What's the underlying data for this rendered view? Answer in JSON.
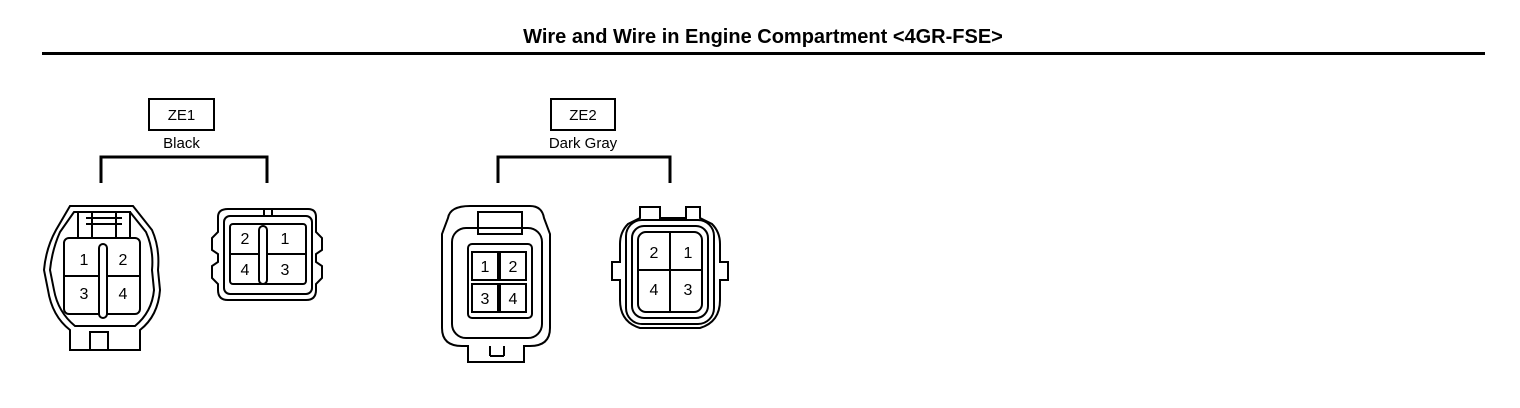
{
  "title": "Wire and Wire in Engine Compartment <4GR-FSE>",
  "connectors": [
    {
      "code": "ZE1",
      "color": "Black",
      "female": {
        "pins": [
          "1",
          "2",
          "3",
          "4"
        ]
      },
      "male": {
        "pins": [
          "2",
          "1",
          "4",
          "3"
        ]
      }
    },
    {
      "code": "ZE2",
      "color": "Dark Gray",
      "female": {
        "pins": [
          "1",
          "2",
          "3",
          "4"
        ]
      },
      "male": {
        "pins": [
          "2",
          "1",
          "4",
          "3"
        ]
      }
    }
  ]
}
